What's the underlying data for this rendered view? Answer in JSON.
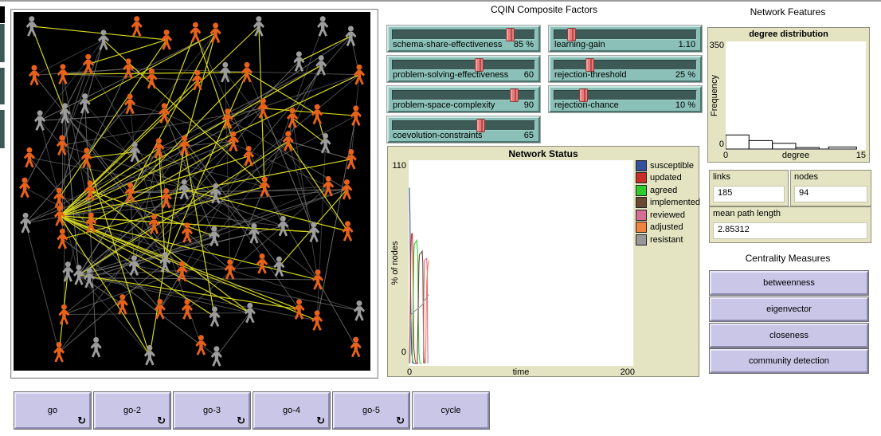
{
  "world": {
    "background": "#000000",
    "person_colors": {
      "adopter_orange": "#e8611b",
      "neutral_gray": "#9c9c9c"
    },
    "link_colors": {
      "active_yellow": "#d4d41c",
      "inactive_gray": "#787878"
    },
    "counts": {
      "persons": 94,
      "links": 185
    }
  },
  "factors": {
    "title": "CQIN Composite Factors",
    "left": [
      {
        "name": "schema-share-effectiveness",
        "value": "85 %",
        "fraction": 0.85
      },
      {
        "name": "problem-solving-effectiveness",
        "value": "60",
        "fraction": 0.62
      },
      {
        "name": "problem-space-complexity",
        "value": "90",
        "fraction": 0.88
      },
      {
        "name": "coevolution-constraints",
        "value": "65",
        "fraction": 0.63
      }
    ],
    "right": [
      {
        "name": "learning-gain",
        "value": "1.10",
        "fraction": 0.1
      },
      {
        "name": "rejection-threshold",
        "value": "25 %",
        "fraction": 0.24
      },
      {
        "name": "rejection-chance",
        "value": "10 %",
        "fraction": 0.19
      }
    ]
  },
  "chart_data": [
    {
      "type": "line",
      "title": "Network Status",
      "xlabel": "time",
      "ylabel": "% of nodes",
      "xlim": [
        0,
        200
      ],
      "ylim": [
        0,
        110
      ],
      "grid": false,
      "legend_position": "right",
      "series": [
        {
          "name": "susceptible",
          "color": "#35519e",
          "points": [
            [
              0,
              97
            ],
            [
              0.5,
              80
            ],
            [
              1,
              45
            ],
            [
              1.5,
              20
            ],
            [
              2,
              6
            ],
            [
              3,
              1
            ],
            [
              4,
              0
            ],
            [
              6,
              0
            ]
          ]
        },
        {
          "name": "updated",
          "color": "#c92f28",
          "points": [
            [
              0,
              0
            ],
            [
              0.7,
              30
            ],
            [
              1.2,
              60
            ],
            [
              1.8,
              71
            ],
            [
              2.5,
              72
            ],
            [
              3,
              65
            ],
            [
              3.5,
              30
            ],
            [
              4,
              8
            ],
            [
              5,
              2
            ],
            [
              6,
              0
            ],
            [
              8,
              0
            ]
          ]
        },
        {
          "name": "agreed",
          "color": "#2fcc2f",
          "points": [
            [
              2.5,
              0
            ],
            [
              3.5,
              40
            ],
            [
              4,
              62
            ],
            [
              4.5,
              66
            ],
            [
              6.5,
              68
            ],
            [
              7.5,
              60
            ],
            [
              8,
              25
            ],
            [
              8.5,
              6
            ],
            [
              9.5,
              0
            ],
            [
              11,
              0
            ]
          ]
        },
        {
          "name": "implemented",
          "color": "#6a4833",
          "points": [
            [
              7,
              0
            ],
            [
              8,
              35
            ],
            [
              8.5,
              55
            ],
            [
              9,
              60
            ],
            [
              11.5,
              62
            ],
            [
              12,
              55
            ],
            [
              12.5,
              20
            ],
            [
              13,
              3
            ],
            [
              13.5,
              0
            ]
          ]
        },
        {
          "name": "reviewed",
          "color": "#d76d94",
          "points": [
            [
              12.5,
              0
            ],
            [
              13,
              40
            ],
            [
              13.5,
              57
            ],
            [
              15.5,
              58
            ],
            [
              16,
              50
            ],
            [
              16.3,
              15
            ],
            [
              16.6,
              0
            ]
          ]
        },
        {
          "name": "adjusted",
          "color": "#ef8440",
          "points": [
            [
              14.5,
              0
            ],
            [
              15,
              25
            ],
            [
              15.5,
              45
            ],
            [
              16.5,
              53
            ],
            [
              17.5,
              57
            ]
          ]
        },
        {
          "name": "resistant",
          "color": "#979797",
          "points": [
            [
              0.5,
              0
            ],
            [
              1,
              22
            ],
            [
              1.5,
              27
            ],
            [
              3,
              28
            ],
            [
              5,
              29
            ],
            [
              7,
              30
            ],
            [
              9,
              31
            ],
            [
              11,
              32
            ],
            [
              12,
              33
            ],
            [
              13,
              35
            ],
            [
              14,
              35
            ],
            [
              15,
              36
            ],
            [
              16,
              37
            ],
            [
              17.5,
              38
            ]
          ]
        }
      ]
    },
    {
      "type": "bar",
      "title": "degree distribution",
      "xlabel": "degree",
      "ylabel": "Frequency",
      "xlim": [
        0,
        15
      ],
      "ylim": [
        0,
        350
      ],
      "grid": false,
      "bins": [
        {
          "from": 0,
          "to": 2.5,
          "freq": 47
        },
        {
          "from": 2.5,
          "to": 5,
          "freq": 28
        },
        {
          "from": 5,
          "to": 7.5,
          "freq": 19
        },
        {
          "from": 7.5,
          "to": 10,
          "freq": 5
        },
        {
          "from": 10,
          "to": 11,
          "freq": 0
        },
        {
          "from": 11,
          "to": 14,
          "freq": 7
        }
      ]
    }
  ],
  "features": {
    "title": "Network Features",
    "monitors": [
      {
        "label": "links",
        "value": "185"
      },
      {
        "label": "nodes",
        "value": "94"
      },
      {
        "label": "mean path length",
        "value": "2.85312"
      }
    ]
  },
  "centrality": {
    "title": "Centrality Measures",
    "buttons": [
      {
        "label": "betweenness"
      },
      {
        "label": "eigenvector"
      },
      {
        "label": "closeness"
      },
      {
        "label": "community detection"
      }
    ]
  },
  "controls": {
    "forever_icon": "↻",
    "buttons": [
      {
        "label": "go",
        "forever": true
      },
      {
        "label": "go-2",
        "forever": true
      },
      {
        "label": "go-3",
        "forever": true
      },
      {
        "label": "go-4",
        "forever": true
      },
      {
        "label": "go-5",
        "forever": true
      },
      {
        "label": "cycle",
        "forever": false
      }
    ]
  }
}
